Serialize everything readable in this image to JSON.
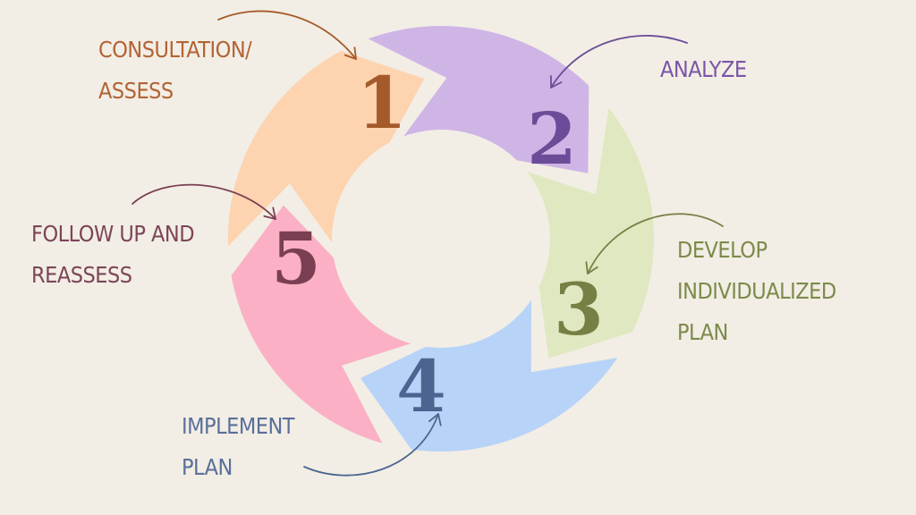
{
  "steps": [
    {
      "number": "1",
      "label_lines": [
        "CONSULTATION/",
        "ASSESS"
      ],
      "fill": "#fdd3b0",
      "number_color": "#a55a2a",
      "label_color": "#b36334",
      "arrow_color": "#a55a2a"
    },
    {
      "number": "2",
      "label_lines": [
        "ANALYZE"
      ],
      "fill": "#cfb5e6",
      "number_color": "#6b4c98",
      "label_color": "#7a55a6",
      "arrow_color": "#6b4c98"
    },
    {
      "number": "3",
      "label_lines": [
        "DEVELOP",
        "INDIVIDUALIZED",
        "PLAN"
      ],
      "fill": "#dfe8c0",
      "number_color": "#768044",
      "label_color": "#7d8a4a",
      "arrow_color": "#768044"
    },
    {
      "number": "4",
      "label_lines": [
        "IMPLEMENT",
        "PLAN"
      ],
      "fill": "#b8d3f8",
      "number_color": "#4a6590",
      "label_color": "#5a6f9a",
      "arrow_color": "#4a6590"
    },
    {
      "number": "5",
      "label_lines": [
        "FOLLOW UP AND",
        "REASSESS"
      ],
      "fill": "#fbb0c5",
      "number_color": "#7a3f52",
      "label_color": "#7d4558",
      "arrow_color": "#7a3f52"
    }
  ],
  "background": "#f2eee5"
}
